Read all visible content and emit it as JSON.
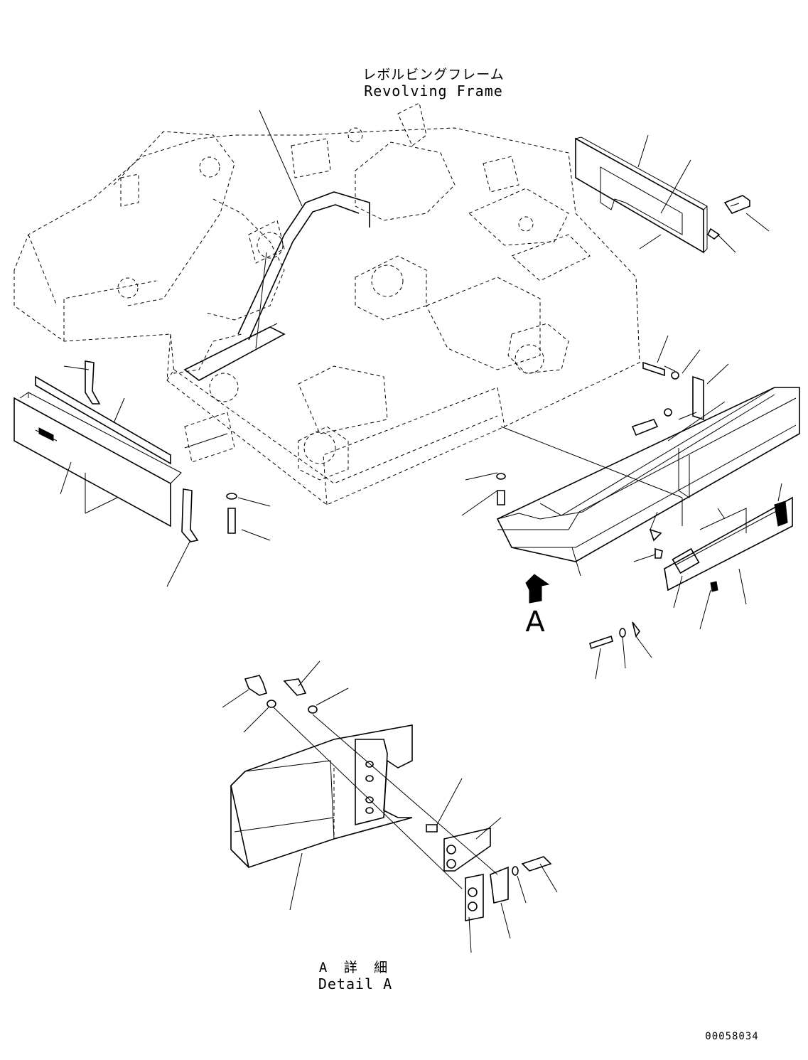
{
  "drawing": {
    "title_jp": "レボルビングフレーム",
    "title_en": "Revolving Frame",
    "arrow_view_label": "A",
    "detail_title_jp": "A 詳 細",
    "detail_title_en": "Detail A",
    "drawing_number": "00058034"
  }
}
